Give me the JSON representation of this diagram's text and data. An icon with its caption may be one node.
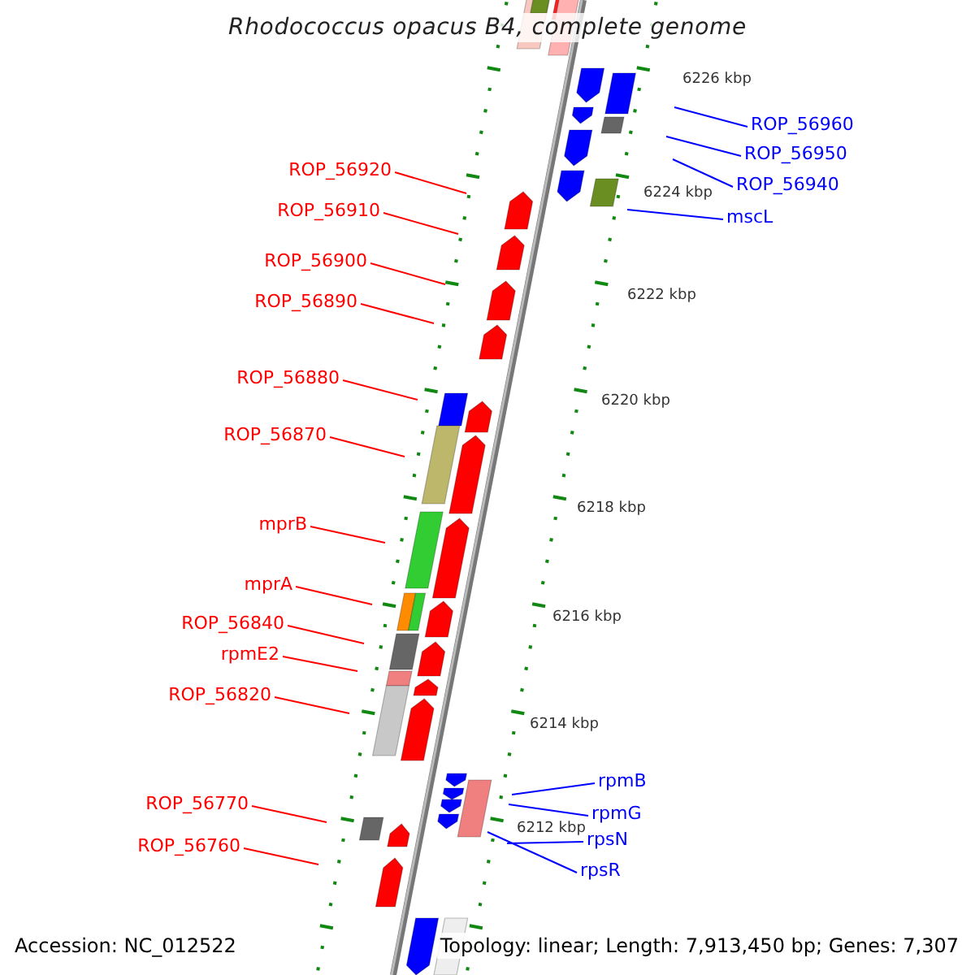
{
  "diagram": {
    "title": "Rhodococcus opacus B4, complete genome",
    "nodes": [
      {
        "text": [
          "ROP_56920"
        ]
      },
      {
        "text": [
          "ROP_56910"
        ]
      },
      {
        "text": [
          "ROP_56900"
        ]
      },
      {
        "text": [
          "ROP_56890"
        ]
      },
      {
        "text": [
          "ROP_56880"
        ]
      },
      {
        "text": [
          "ROP_56870"
        ]
      },
      {
        "text": [
          "mprB"
        ]
      },
      {
        "text": [
          "mprA"
        ]
      },
      {
        "text": [
          "ROP_56840"
        ]
      },
      {
        "text": [
          "rpmE2"
        ]
      },
      {
        "text": [
          "ROP_56820"
        ]
      },
      {
        "text": [
          "ROP_56770"
        ]
      },
      {
        "text": [
          "ROP_56760"
        ]
      },
      {
        "text": [
          "ROP_56960"
        ]
      },
      {
        "text": [
          "ROP_56950"
        ]
      },
      {
        "text": [
          "ROP_56940"
        ]
      },
      {
        "text": [
          "mscL"
        ]
      },
      {
        "text": [
          "rpmB"
        ]
      },
      {
        "text": [
          "rpmG"
        ]
      },
      {
        "text": [
          "rpsN"
        ]
      },
      {
        "text": [
          "rpsR"
        ]
      }
    ],
    "edges": [
      {
        "from": 0,
        "to": null,
        "arrow": "none"
      },
      {
        "from": 1,
        "to": null,
        "arrow": "none"
      },
      {
        "from": 2,
        "to": null,
        "arrow": "none"
      },
      {
        "from": 3,
        "to": null,
        "arrow": "none"
      },
      {
        "from": 4,
        "to": null,
        "arrow": "none"
      },
      {
        "from": 5,
        "to": null,
        "arrow": "none"
      },
      {
        "from": 6,
        "to": null,
        "arrow": "none"
      },
      {
        "from": 7,
        "to": null,
        "arrow": "none"
      },
      {
        "from": 8,
        "to": null,
        "arrow": "none"
      },
      {
        "from": 9,
        "to": null,
        "arrow": "none"
      },
      {
        "from": 10,
        "to": null,
        "arrow": "none"
      },
      {
        "from": 11,
        "to": null,
        "arrow": "none"
      },
      {
        "from": 12,
        "to": null,
        "arrow": "none"
      },
      {
        "from": 13,
        "to": null,
        "arrow": "none",
        "color": "#0000ff"
      },
      {
        "from": 14,
        "to": null,
        "arrow": "none",
        "color": "#0000ff"
      },
      {
        "from": 15,
        "to": null,
        "arrow": "none",
        "color": "#0000ff"
      },
      {
        "from": 16,
        "to": null,
        "arrow": "none",
        "color": "#0000ff"
      },
      {
        "from": 17,
        "to": null,
        "arrow": "none",
        "color": "#0000ff"
      },
      {
        "from": 18,
        "to": null,
        "arrow": "none",
        "color": "#0000ff"
      },
      {
        "from": 19,
        "to": null,
        "arrow": "none",
        "color": "#0000ff"
      },
      {
        "from": 20,
        "to": null,
        "arrow": "none",
        "color": "#0000ff"
      }
    ],
    "labels": [
      "6226 kbp",
      "6224 kbp",
      "6222 kbp",
      "6220 kbp",
      "6218 kbp",
      "6216 kbp",
      "6214 kbp",
      "6212 kbp",
      "Accession: NC_012522",
      "Topology: linear; Length: 7,913,450 bp; Genes: 7,307"
    ]
  }
}
